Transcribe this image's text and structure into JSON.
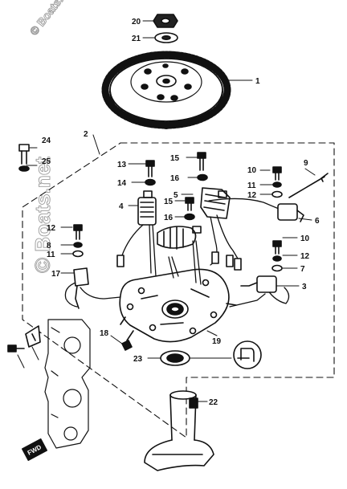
{
  "watermark": {
    "side": "© Boats.net",
    "top": "© Boats.net"
  },
  "diagram": {
    "callouts": [
      "20",
      "21",
      "1",
      "2",
      "24",
      "25",
      "15",
      "13",
      "16",
      "10",
      "9",
      "14",
      "5",
      "11",
      "12",
      "4",
      "15",
      "16",
      "6",
      "10",
      "12",
      "8",
      "11",
      "12",
      "7",
      "17",
      "3",
      "18",
      "19",
      "23",
      "22"
    ],
    "stamp": "FWD",
    "colors": {
      "ink": "#111111",
      "watermark": "#9a9a9a",
      "paper": "#ffffff"
    }
  }
}
